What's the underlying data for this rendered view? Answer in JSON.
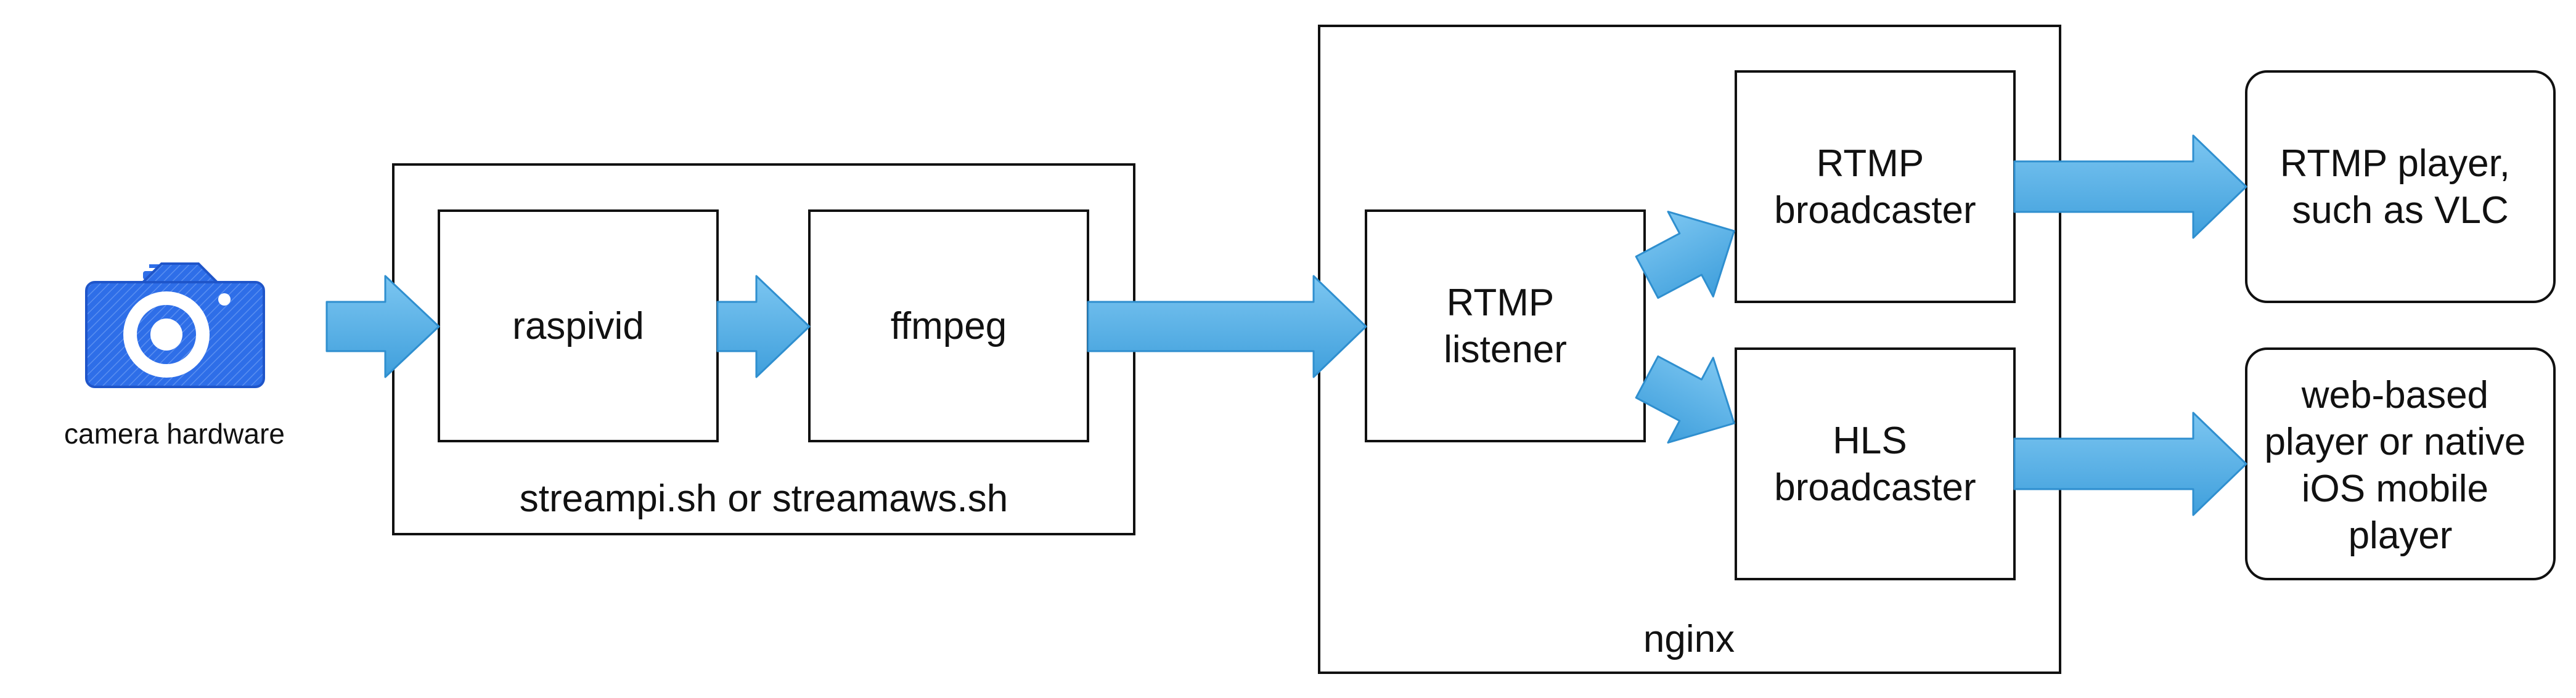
{
  "camera": {
    "label": "camera hardware",
    "icon": "camera-icon"
  },
  "groups": {
    "stream_script": {
      "label": "streampi.sh or streamaws.sh"
    },
    "nginx": {
      "label": "nginx"
    }
  },
  "nodes": {
    "raspivid": {
      "label": [
        "raspivid"
      ]
    },
    "ffmpeg": {
      "label": [
        "ffmpeg"
      ]
    },
    "rtmp_listener": {
      "label": [
        "RTMP",
        "listener"
      ]
    },
    "rtmp_broadcaster": {
      "label": [
        "RTMP",
        "broadcaster"
      ]
    },
    "hls_broadcaster": {
      "label": [
        "HLS",
        "broadcaster"
      ]
    },
    "rtmp_player": {
      "label": [
        "RTMP player,",
        "such as VLC"
      ]
    },
    "web_player": {
      "label": [
        "web-based",
        "player or native",
        "iOS mobile",
        "player"
      ]
    }
  },
  "colors": {
    "camera_blue": "#2e6ee8",
    "arrow_fill": "#5ab3e8",
    "arrow_stroke": "#2f8fcf",
    "box_stroke": "#111111"
  }
}
